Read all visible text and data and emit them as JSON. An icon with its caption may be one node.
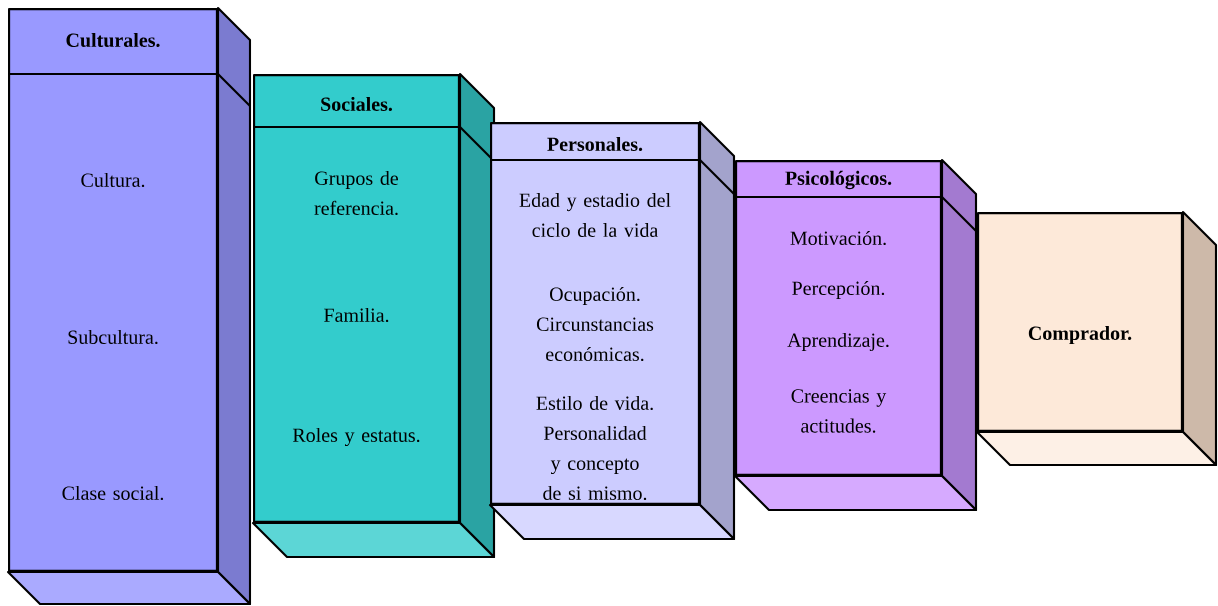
{
  "diagram": {
    "nodes": [
      {
        "text": [
          "Culturales.",
          "Cultura.",
          "Subcultura.",
          "Clase social."
        ]
      },
      {
        "text": [
          "Sociales.",
          "Grupos de referencia.",
          "Familia.",
          "Roles y estatus."
        ]
      },
      {
        "text": [
          "Personales.",
          "Edad y estadio del ciclo de la vida",
          "Ocupación. Circunstancias económicas.",
          "Estilo de vida. Personalidad y concepto de si mismo."
        ]
      },
      {
        "text": [
          "Psicológicos.",
          "Motivación.",
          "Percepción.",
          "Aprendizaje.",
          "Creencias y actitudes."
        ]
      },
      {
        "text": [
          "Comprador."
        ]
      }
    ]
  }
}
